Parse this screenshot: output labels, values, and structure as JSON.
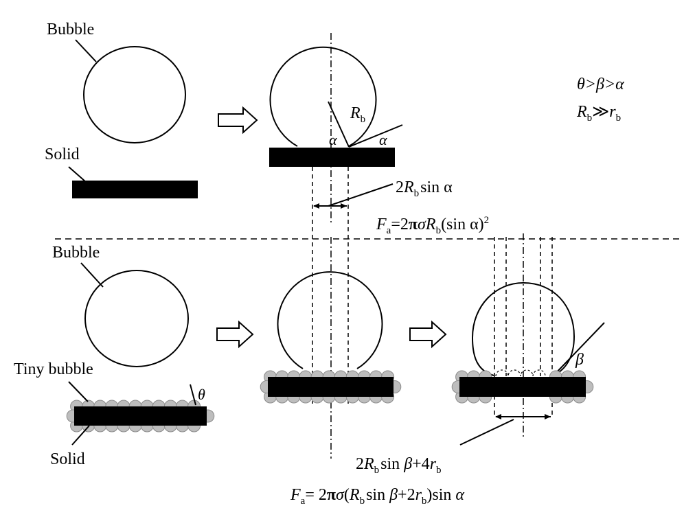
{
  "labels": {
    "bubble_top": "Bubble",
    "solid_top": "Solid",
    "bubble_bottom": "Bubble",
    "tiny_bubble": "Tiny bubble",
    "solid_bottom": "Solid"
  },
  "relations": {
    "angle_order": "θ>β>α",
    "radius_main": "R",
    "radius_main_sub": "b",
    "much_greater": "≫",
    "radius_tiny": "r",
    "radius_tiny_sub": "b"
  },
  "angles": {
    "alpha": "α",
    "beta": "β",
    "theta": "θ"
  },
  "radius_label": {
    "main": "R",
    "sub": "b"
  },
  "top_width": {
    "coef": "2",
    "r": "R",
    "r_sub": "b",
    "rest": "sin α"
  },
  "top_force": {
    "f": "F",
    "f_sub": "a",
    "eq": "=2",
    "pi": "π",
    "sigma": "σ",
    "r": "R",
    "r_sub": "b",
    "rest": "(sin α)",
    "sup": "2"
  },
  "bottom_width": {
    "coef": "2",
    "r": "R",
    "r_sub": "b",
    "sin": "sin ",
    "beta": "β",
    "plus": "+4",
    "r2": "r",
    "r2_sub": "b"
  },
  "bottom_force": {
    "f": "F",
    "f_sub": "a",
    "eq": "= 2",
    "pi": "π",
    "sigma": "σ",
    "open": "(",
    "r": "R",
    "r_sub": "b",
    "sin": "sin ",
    "beta": "β",
    "plus": "+2",
    "r2": "r",
    "r2_sub": "b",
    "close": ")sin ",
    "alpha": "α"
  },
  "colors": {
    "ink": "#000000",
    "tiny_bubble_fill": "#bdbdbd",
    "tiny_bubble_stroke": "#8a8a8a"
  }
}
